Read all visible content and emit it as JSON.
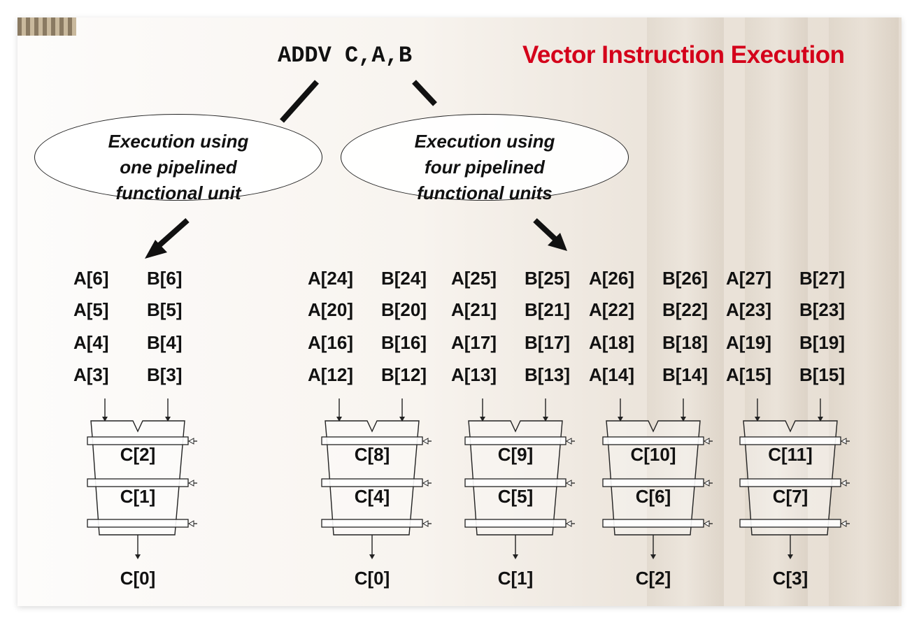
{
  "title": "Vector Instruction Execution",
  "instruction": "ADDV C,A,B",
  "bubbles": {
    "left": [
      "Execution using",
      "one pipelined",
      "functional unit"
    ],
    "right": [
      "Execution using",
      "four pipelined",
      "functional units"
    ]
  },
  "single_unit": {
    "a_operands": [
      "A[6]",
      "A[5]",
      "A[4]",
      "A[3]"
    ],
    "b_operands": [
      "B[6]",
      "B[5]",
      "B[4]",
      "B[3]"
    ],
    "stages": [
      "C[2]",
      "C[1]"
    ],
    "output": "C[0]"
  },
  "four_units": [
    {
      "a_operands": [
        "A[24]",
        "A[20]",
        "A[16]",
        "A[12]"
      ],
      "b_operands": [
        "B[24]",
        "B[20]",
        "B[16]",
        "B[12]"
      ],
      "stages": [
        "C[8]",
        "C[4]"
      ],
      "output": "C[0]"
    },
    {
      "a_operands": [
        "A[25]",
        "A[21]",
        "A[17]",
        "A[13]"
      ],
      "b_operands": [
        "B[25]",
        "B[21]",
        "B[17]",
        "B[13]"
      ],
      "stages": [
        "C[9]",
        "C[5]"
      ],
      "output": "C[1]"
    },
    {
      "a_operands": [
        "A[26]",
        "A[22]",
        "A[18]",
        "A[14]"
      ],
      "b_operands": [
        "B[26]",
        "B[22]",
        "B[18]",
        "B[14]"
      ],
      "stages": [
        "C[10]",
        "C[6]"
      ],
      "output": "C[2]"
    },
    {
      "a_operands": [
        "A[27]",
        "A[23]",
        "A[19]",
        "A[15]"
      ],
      "b_operands": [
        "B[27]",
        "B[23]",
        "B[19]",
        "B[15]"
      ],
      "stages": [
        "C[11]",
        "C[7]"
      ],
      "output": "C[3]"
    }
  ],
  "colors": {
    "title": "#d4001a",
    "text": "#111111",
    "line": "#222222"
  }
}
